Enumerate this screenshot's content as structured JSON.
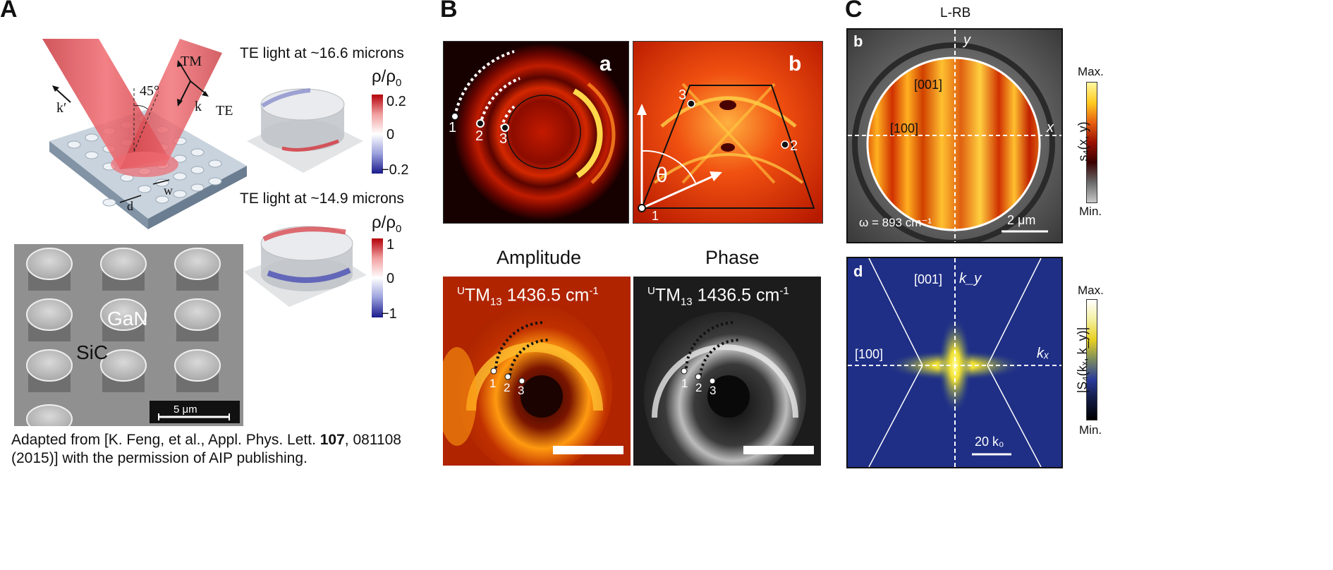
{
  "panels": {
    "A": {
      "letter": "A",
      "te_top": "TE light at ~16.6 microns",
      "te_bottom": "TE light at ~14.9 microns",
      "rho": "ρ/ρ",
      "rho_sub": "0",
      "cb1_ticks": [
        "0.2",
        "0",
        "−0.2"
      ],
      "cb2_ticks": [
        "1",
        "0",
        "−1"
      ],
      "beam_labels": {
        "tm": "TM",
        "te": "TE",
        "k": "k",
        "kprime": "k′",
        "angle": "45°",
        "d": "d",
        "w": "w"
      },
      "sem": {
        "gan": "GaN",
        "sic": "SiC",
        "scale": "5 μm"
      },
      "caption_line1_pre": "Adapted from [K. Feng, et al., Appl. Phys. Lett. ",
      "caption_bold": "107",
      "caption_line1_post": ", 081108",
      "caption_line2": "(2015)]  with the permission of AIP publishing."
    },
    "B": {
      "letter": "B",
      "sub_a": "a",
      "sub_b": "b",
      "theta": "θ",
      "points": [
        "1",
        "2",
        "3"
      ],
      "amplitude": "Amplitude",
      "phase": "Phase",
      "mode_pre": "U",
      "mode_main": "TM",
      "mode_sub": "13",
      "mode_freq": " 1436.5 cm",
      "mode_exp": "-1"
    },
    "C": {
      "letter": "C",
      "title": "L-RB",
      "sub_b": "b",
      "sub_d": "d",
      "top": {
        "dir1": "[001]",
        "dir2": "[100]",
        "x": "x",
        "y": "y",
        "omega": "ω = 893 cm⁻¹",
        "scale": "2 μm",
        "cb_max": "Max.",
        "cb_min": "Min.",
        "cb_label": "s₄(x, y)"
      },
      "bottom": {
        "dir1": "[001]",
        "dir2": "[100]",
        "kx": "kₓ",
        "ky": "k_y",
        "scale": "20 k₀",
        "cb_max": "Max.",
        "cb_min": "Min.",
        "cb_label": "|S₄(kₓ, k_y)|"
      }
    }
  },
  "colors": {
    "beam": "#e8494f",
    "substrate": "#7f8fa0",
    "heat_dark": "#2a0000",
    "heat_bright": "#ffe85a",
    "k_space_blue": "#1e2f8a"
  }
}
